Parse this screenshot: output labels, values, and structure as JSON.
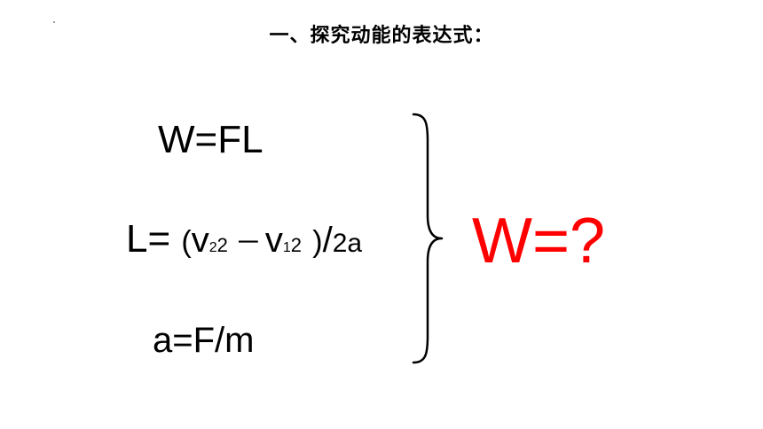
{
  "title": "一、探究动能的表达式：",
  "equations": {
    "work": "W=FL",
    "displacement": {
      "lhs": "L=",
      "open_paren": "(",
      "v": "v",
      "sub_2": "2",
      "sup_2": "2",
      "minus": "－",
      "v_b": "v",
      "sub_1": "1",
      "sup_1": "2",
      "close_paren": ")",
      "slash": "/",
      "denominator": "2a"
    },
    "acceleration": "a=F/m"
  },
  "result": "W=?",
  "colors": {
    "text": "#000000",
    "result": "#ff0000",
    "background": "#ffffff"
  }
}
